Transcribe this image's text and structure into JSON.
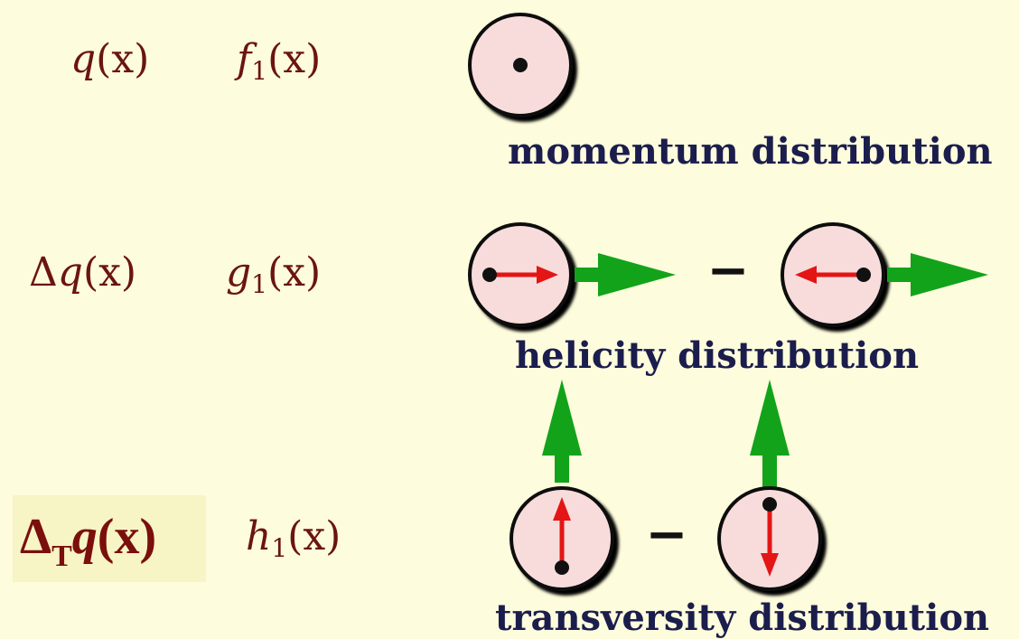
{
  "rows": [
    {
      "label_left": {
        "pre": "",
        "sym": "q",
        "arg": "(x)"
      },
      "label_right": {
        "sym": "f",
        "sub": "1",
        "arg": "(x)"
      },
      "caption": "momentum distribution"
    },
    {
      "label_left": {
        "pre": "Δ",
        "sym": "q",
        "arg": "(x)"
      },
      "label_right": {
        "sym": "g",
        "sub": "1",
        "arg": "(x)"
      },
      "caption": "helicity distribution"
    },
    {
      "label_left": {
        "pre": "Δ",
        "sub": "T",
        "sym": "q",
        "arg": "(x)"
      },
      "label_right": {
        "sym": "h",
        "sub": "1",
        "arg": "(x)"
      },
      "caption": "transversity distribution"
    }
  ],
  "minus_sign": "−",
  "colors": {
    "background": "#fdfcdc",
    "circle_fill": "#f8dcdc",
    "spin_arrow": "#e41515",
    "momentum_arrow": "#12a31a",
    "label_text": "#6b1410",
    "caption_text": "#1b1d4d"
  }
}
